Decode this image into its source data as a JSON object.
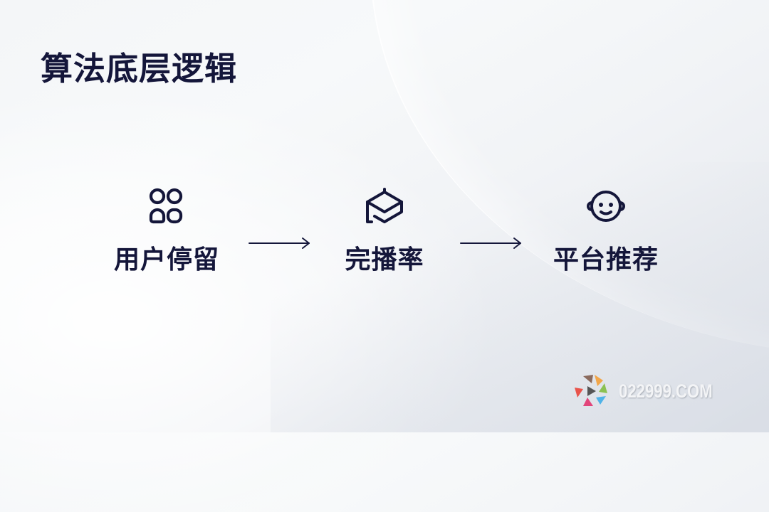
{
  "slide": {
    "title": "算法底层逻辑"
  },
  "flow": {
    "nodes": [
      {
        "label": "用户停留",
        "icon": "four-circles-grid-icon"
      },
      {
        "label": "完播率",
        "icon": "graduation-cap-icon"
      },
      {
        "label": "平台推荐",
        "icon": "baby-face-icon"
      }
    ],
    "arrows": [
      {
        "icon": "right-arrow-icon",
        "from": "用户停留",
        "to": "完播率"
      },
      {
        "icon": "right-arrow-icon",
        "from": "完播率",
        "to": "平台推荐"
      }
    ]
  },
  "colors": {
    "text": "#14163a",
    "background_light": "#f6f8fa",
    "background_shade": "#dde1e8"
  },
  "watermark": {
    "text": "022999.COM",
    "logo_colors": [
      "#8b6b5e",
      "#f2a64a",
      "#8cc152",
      "#4fb3e8",
      "#e2457a",
      "#e9534a",
      "#555555"
    ]
  }
}
